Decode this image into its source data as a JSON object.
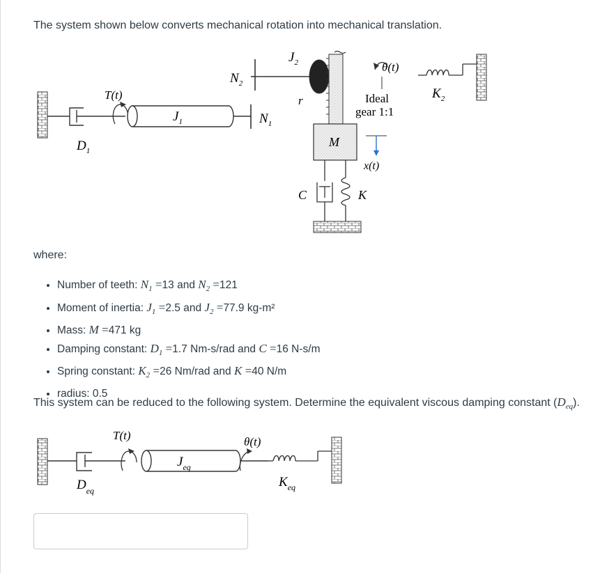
{
  "intro_text": "The system shown below converts mechanical rotation into mechanical translation.",
  "diagram1": {
    "labels": {
      "T": "T(t)",
      "J1": "J",
      "J1_sub": "1",
      "D1": "D",
      "D1_sub": "1",
      "N2": "N",
      "N2_sub": "2",
      "N1": "N",
      "N1_sub": "1",
      "J2": "J",
      "J2_sub": "2",
      "r": "r",
      "theta": "θ(t)",
      "ideal_gear_line1": "Ideal",
      "ideal_gear_line2": "gear 1:1",
      "K2": "K",
      "K2_sub": "2",
      "M": "M",
      "x": "x(t)",
      "C": "C",
      "K": "K"
    }
  },
  "where_label": "where:",
  "params": [
    {
      "label": "Number of teeth:",
      "a_sym": "N",
      "a_sub": "1",
      "a_val": "13",
      "joiner": "and",
      "b_sym": "N",
      "b_sub": "2",
      "b_val": "121",
      "unit": ""
    },
    {
      "label": "Moment of inertia:",
      "a_sym": "J",
      "a_sub": "1",
      "a_val": "2.5",
      "joiner": "and",
      "b_sym": "J",
      "b_sub": "2",
      "b_val": "77.9",
      "unit": "kg-m²"
    },
    {
      "label": "Mass:",
      "a_sym": "M",
      "a_sub": "",
      "a_val": "471",
      "unit": "kg"
    },
    {
      "label": "Damping constant:",
      "a_sym": "D",
      "a_sub": "1",
      "a_val": "1.7",
      "a_unit": "Nm-s/rad",
      "joiner": "and",
      "b_sym": "C",
      "b_sub": "",
      "b_val": "16",
      "unit": "N-s/m"
    },
    {
      "label": "Spring constant:",
      "a_sym": "K",
      "a_sub": "2",
      "a_val": "26",
      "a_unit": "Nm/rad",
      "joiner": "and",
      "b_sym": "K",
      "b_sub": "",
      "b_val": "40",
      "unit": "N/m"
    },
    {
      "label": "radius:",
      "plain_val": "0.5"
    }
  ],
  "question_text": "This system can be reduced to the following system. Determine the equivalent viscous damping constant (",
  "question_sym": "D",
  "question_sub": "eq",
  "question_end": ").",
  "diagram2": {
    "labels": {
      "T": "T(t)",
      "Jeq": "J",
      "Jeq_sub": "eq",
      "Deq": "D",
      "Deq_sub": "eq",
      "theta": "θ(t)",
      "Keq": "K",
      "Keq_sub": "eq"
    }
  },
  "answer_value": ""
}
